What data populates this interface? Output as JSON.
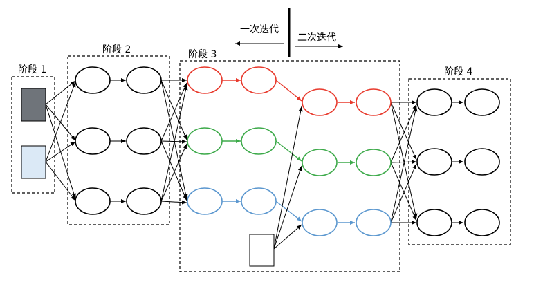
{
  "labels": {
    "stage1": "阶段 1",
    "stage2": "阶段 2",
    "stage3": "阶段 3",
    "stage4": "阶段 4",
    "first_iteration": "一次迭代",
    "second_iteration": "二次迭代"
  },
  "colors": {
    "red": "#e8392c",
    "green": "#3daa4a",
    "blue": "#5b97cf",
    "black": "#000000",
    "dark_block": "#6f747a",
    "light_block": "#dbe9f6"
  }
}
